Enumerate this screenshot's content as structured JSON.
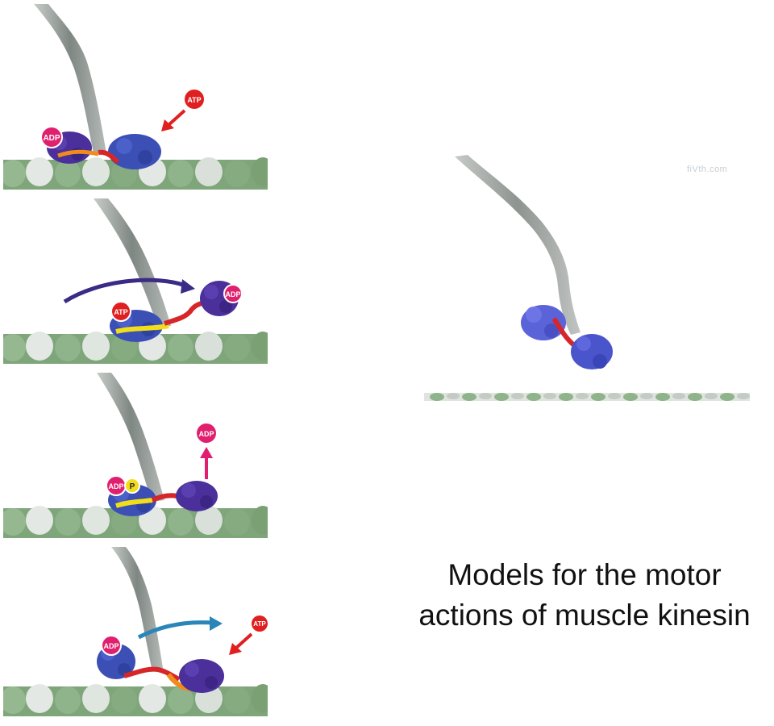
{
  "panels": [
    {
      "labels": {
        "adp": "ADP",
        "atp": "ATP"
      }
    },
    {
      "labels": {
        "atp": "ATP",
        "adp": "ADP"
      }
    },
    {
      "labels": {
        "adp": "ADP",
        "p": "P",
        "adp_released": "ADP"
      }
    },
    {
      "labels": {
        "adp": "ADP",
        "atp": "ATP"
      }
    }
  ],
  "simulation": {
    "watermark": "fiVth.com"
  },
  "caption": {
    "line1": "Models for the motor",
    "line2": "actions of muscle kinesin"
  },
  "colors": {
    "microtubule_green": "#7fa57a",
    "microtubule_white": "#e4e8e4",
    "stalk_gray": "#8f9793",
    "head_blue": "#3b4fb5",
    "head_purple": "#4b2f9a",
    "neck_red": "#d6262a",
    "neck_yellow": "#f2dd1a",
    "neck_orange": "#f08c1a",
    "atp_badge": "#e02020",
    "adp_badge": "#e0206e",
    "arrow_purple": "#3b2a86",
    "arrow_teal": "#2a86b8"
  }
}
